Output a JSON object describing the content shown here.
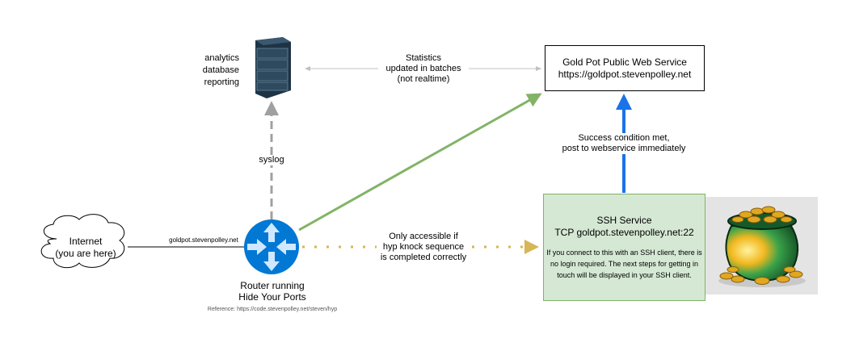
{
  "diagram": {
    "nodes": {
      "analytics": {
        "label": "analytics\ndatabase\nreporting",
        "icon": "server-rack-icon"
      },
      "web_service": {
        "title": "Gold Pot Public Web Service",
        "url": "https://goldpot.stevenpolley.net"
      },
      "ssh_service": {
        "title": "SSH Service",
        "address": "TCP goldpot.stevenpolley.net:22",
        "description": "If you connect to this with an SSH client, there is no login required.  The next steps for getting in touch will be displayed in your SSH client.",
        "fill": "#d5e8d4",
        "stroke": "#82b366"
      },
      "pot_image": {
        "icon": "pot-of-gold-icon"
      },
      "internet": {
        "label": "Internet\n(you are here)",
        "icon": "cloud-icon"
      },
      "router": {
        "label": "Router running\nHide Your Ports",
        "reference": "Reference: https://code.stevenpolley.net/steven/hyp",
        "icon": "router-icon",
        "color": "#0078d4"
      }
    },
    "edges": {
      "stats": {
        "label": "Statistics\nupdated in batches\n(not realtime)",
        "color": "#c0c0c0",
        "style": "bidirectional"
      },
      "syslog": {
        "label": "syslog",
        "color": "#a0a0a0",
        "style": "dashed"
      },
      "success": {
        "label": "Success condition met,\npost to webservice immediately",
        "color": "#1a73e8"
      },
      "router_to_web": {
        "label": "",
        "color": "#82b366"
      },
      "knock": {
        "label": "Only accessible if\nhyp knock sequence\nis completed correctly",
        "color": "#d6b656",
        "style": "dotted"
      },
      "internet_to_router": {
        "label": "goldpot.stevenpolley.net",
        "color": "#000000"
      }
    }
  }
}
